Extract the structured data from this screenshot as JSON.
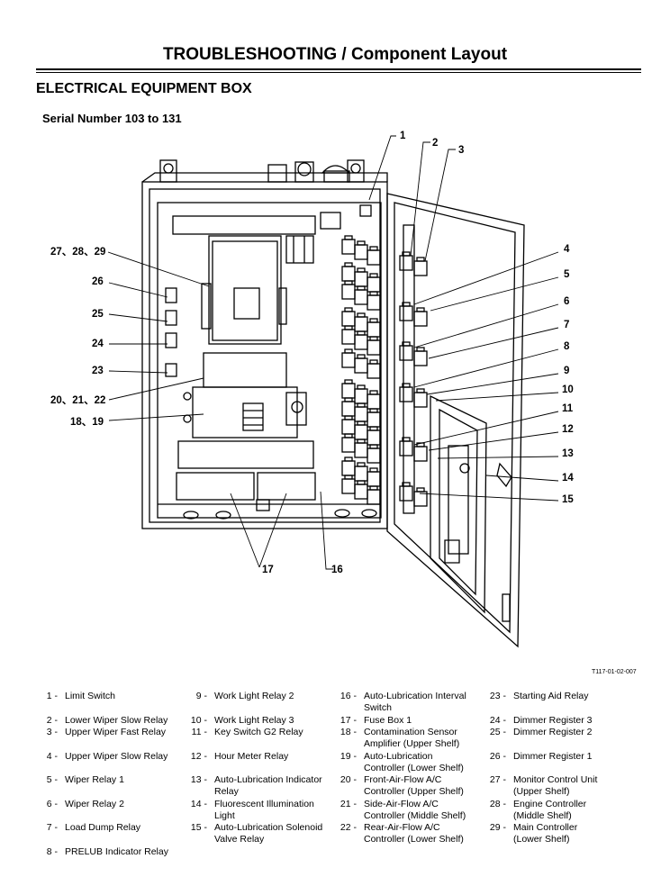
{
  "header": {
    "title": "TROUBLESHOOTING / Component Layout",
    "section": "ELECTRICAL EQUIPMENT BOX",
    "subheading": "Serial Number 103 to 131"
  },
  "figure": {
    "code": "T117-01-02-007",
    "callouts": {
      "c1": "1",
      "c2": "2",
      "c3": "3",
      "c4": "4",
      "c5": "5",
      "c6": "6",
      "c7": "7",
      "c8": "8",
      "c9": "9",
      "c10": "10",
      "c11": "11",
      "c12": "12",
      "c13": "13",
      "c14": "14",
      "c15": "15",
      "c16": "16",
      "c17": "17",
      "c18_19": "18、19",
      "c20_22": "20、21、22",
      "c23": "23",
      "c24": "24",
      "c25": "25",
      "c26": "26",
      "c27_29": "27、28、29"
    }
  },
  "legend": {
    "col1": [
      {
        "num": "1 -",
        "text": "Limit Switch"
      },
      {
        "num": "2 -",
        "text": "Lower Wiper Slow Relay"
      },
      {
        "num": "3 -",
        "text": "Upper Wiper Fast Relay"
      },
      {
        "num": "4 -",
        "text": "Upper Wiper Slow Relay"
      },
      {
        "num": "5 -",
        "text": "Wiper Relay 1"
      },
      {
        "num": "6 -",
        "text": "Wiper Relay 2"
      },
      {
        "num": "7 -",
        "text": "Load Dump Relay"
      },
      {
        "num": "8 -",
        "text": "PRELUB Indicator Relay"
      }
    ],
    "col2": [
      {
        "num": "9 -",
        "text": "Work Light Relay 2"
      },
      {
        "num": "10 -",
        "text": "Work Light Relay 3"
      },
      {
        "num": "11 -",
        "text": "Key Switch G2 Relay"
      },
      {
        "num": "12 -",
        "text": "Hour Meter Relay"
      },
      {
        "num": "13 -",
        "text": "Auto-Lubrication Indicator\nRelay"
      },
      {
        "num": "14 -",
        "text": "Fluorescent Illumination\nLight"
      },
      {
        "num": "15 -",
        "text": "Auto-Lubrication Solenoid\nValve Relay"
      }
    ],
    "col3": [
      {
        "num": "16 -",
        "text": "Auto-Lubrication Interval\nSwitch"
      },
      {
        "num": "17 -",
        "text": "Fuse Box 1"
      },
      {
        "num": "18 -",
        "text": "Contamination Sensor\nAmplifier (Upper Shelf)"
      },
      {
        "num": "19 -",
        "text": "Auto-Lubrication\nController (Lower Shelf)"
      },
      {
        "num": "20 -",
        "text": "Front-Air-Flow A/C\nController (Upper Shelf)"
      },
      {
        "num": "21 -",
        "text": "Side-Air-Flow A/C\nController (Middle Shelf)"
      },
      {
        "num": "22 -",
        "text": "Rear-Air-Flow A/C\nController (Lower Shelf)"
      }
    ],
    "col4": [
      {
        "num": "23 -",
        "text": "Starting Aid Relay"
      },
      {
        "num": "24 -",
        "text": "Dimmer Register 3"
      },
      {
        "num": "25 -",
        "text": "Dimmer Register 2"
      },
      {
        "num": "26 -",
        "text": "Dimmer Register 1"
      },
      {
        "num": "27 -",
        "text": "Monitor Control Unit\n(Upper Shelf)"
      },
      {
        "num": "28 -",
        "text": "Engine Controller\n(Middle Shelf)"
      },
      {
        "num": "29 -",
        "text": "Main Controller\n(Lower Shelf)"
      }
    ]
  }
}
